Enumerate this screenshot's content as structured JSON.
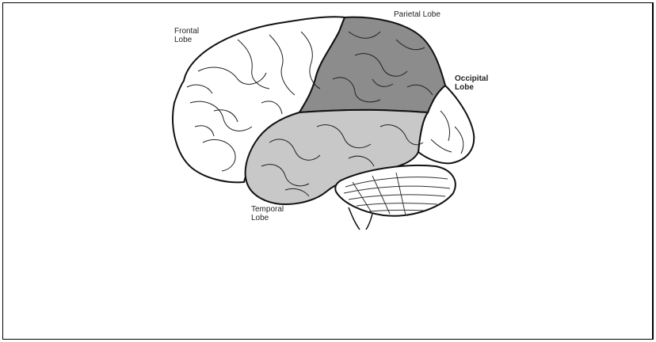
{
  "labels": {
    "frontal": [
      "Frontal",
      "Lobe"
    ],
    "parietal": "Parietal Lobe",
    "occipital": [
      "Occipital",
      "Lobe"
    ],
    "temporal": [
      "Temporal",
      "Lobe"
    ]
  },
  "colors": {
    "frontal_fill": "#ffffff",
    "parietal_fill": "#8c8c8c",
    "occipital_fill": "#ffffff",
    "temporal_fill": "#c8c8c8",
    "cerebellum_fill": "#ffffff",
    "outline": "#111111"
  }
}
